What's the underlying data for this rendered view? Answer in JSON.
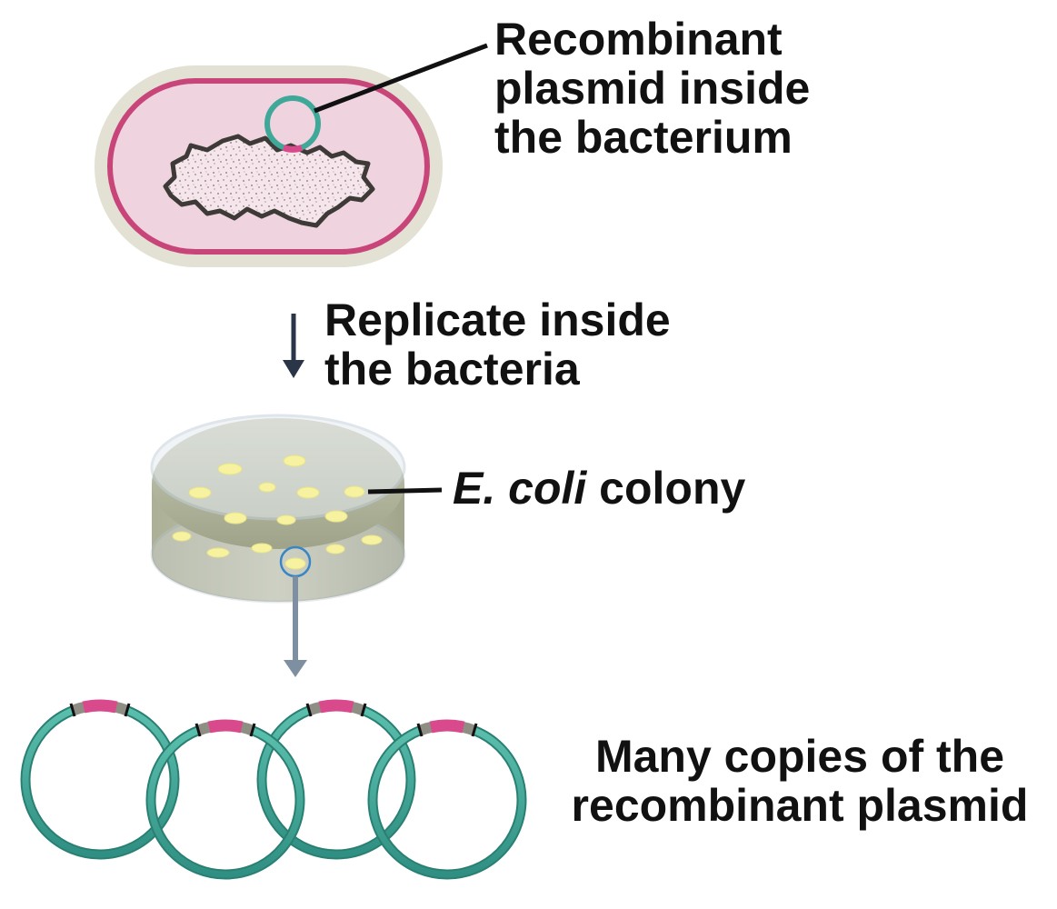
{
  "labels": {
    "recombinant_plasmid": [
      "Recombinant",
      "plasmid inside",
      "the bacterium"
    ],
    "replicate": [
      "Replicate inside",
      "the bacteria"
    ],
    "colony_italic": "E. coli",
    "colony_rest": " colony",
    "many_copies": [
      "Many copies of the",
      "recombinant plasmid"
    ]
  },
  "colors": {
    "cell_wall": "#e2e1d3",
    "membrane": "#c8457a",
    "cytoplasm": "#efd3df",
    "plasmid": "#3fa898",
    "insert": "#d94a8c",
    "dish_medium": "#a9ad92",
    "colony": "#f6f2a0",
    "arrow_dark": "#2a3548",
    "arrow_light": "#7f8fa2"
  }
}
